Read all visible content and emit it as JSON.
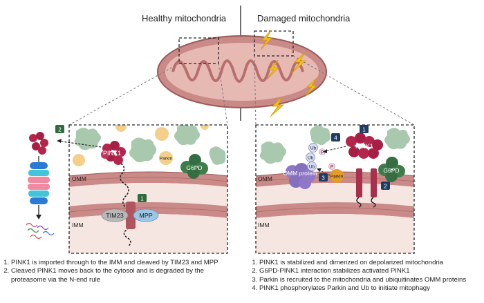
{
  "headers": {
    "left": "Healthy mitochondria",
    "right": "Damaged mitochondria"
  },
  "left_panel": {
    "membranes": {
      "omm": "OMM",
      "imm": "IMM"
    },
    "proteins": {
      "pink1": "PINK1",
      "parkin": "Parkin",
      "g6pd": "G6PD",
      "tim23": "TIM23",
      "mpp": "MPP"
    },
    "steps": [
      "1",
      "2"
    ]
  },
  "right_panel": {
    "membranes": {
      "omm": "OMM",
      "imm": "IMM"
    },
    "proteins": {
      "pink1": "PINK1",
      "parkin": "Parkin",
      "g6pd": "G6PD",
      "omm_protein": "OMM protein",
      "ub": "Ub",
      "p": "P"
    },
    "steps": [
      "1",
      "2",
      "3",
      "4"
    ]
  },
  "captions": {
    "left": [
      "PINK1 is imported through to the IMM and cleaved by TIM23 and MPP",
      "Cleaved PINK1 moves back to the cytosol and is degraded by the proteasome via the N-end rule"
    ],
    "right": [
      "PINK1 is stabilized and dimerized on depolarized mitochondria",
      "G6PD-PINK1 interaction stabilizes activated PINK1",
      "Parkin is recruited to the mitochondria and ubiquitinates OMM proteins",
      "PINK1 phosphorylates Parkin and Ub to initiate mitophagy"
    ]
  },
  "colors": {
    "membrane": "#c98a88",
    "matrix": "#f6e6e1",
    "pink1": "#b3264c",
    "g6pd": "#3e7d4a",
    "blob_green": "#a9c9ae",
    "ball_yellow": "#f3cf8a",
    "parkin": "#e59b2a",
    "omm_protein": "#8f78c7",
    "badge_dark": "#2f6b3c",
    "badge_blue": "#1f3d63"
  }
}
